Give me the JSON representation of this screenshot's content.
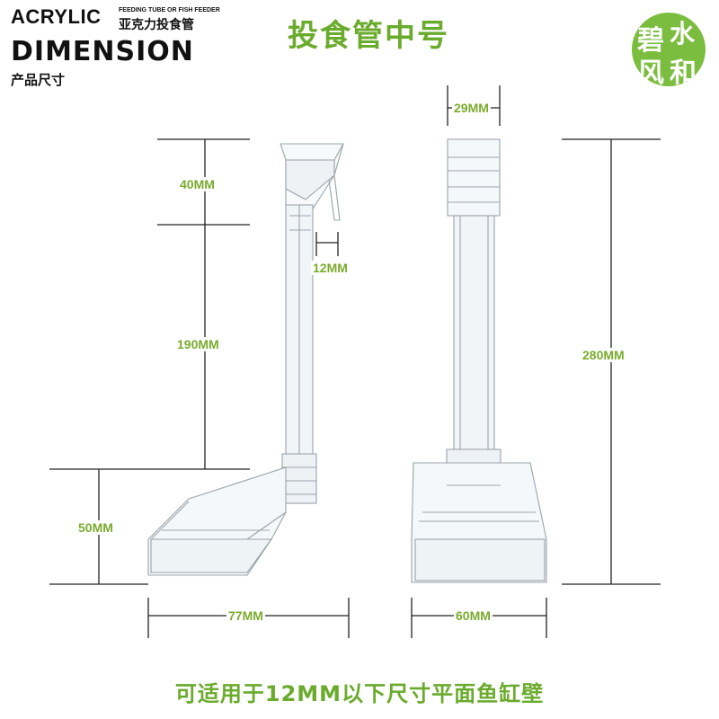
{
  "brand": {
    "acrylic": "ACRYLIC",
    "sub_en": "FEEDING TUBE OR FISH FEEDER",
    "sub_cn": "亚克力投食管",
    "dimension": "DIMENSION",
    "cn": "产品尺寸"
  },
  "title": "投食管中号",
  "logo": {
    "char1": "碧",
    "char2": "水",
    "char3": "风",
    "char4": "和"
  },
  "dims": {
    "d40": "40MM",
    "d12": "12MM",
    "d190": "190MM",
    "d50": "50MM",
    "d77": "77MM",
    "d29": "29MM",
    "d280": "280MM",
    "d60": "60MM"
  },
  "bottom_caption": "可适用于12MM以下尺寸平面鱼缸壁",
  "colors": {
    "accent_green": "#7aab2e",
    "logo_green": "#7bbd3e",
    "line": "#222222"
  }
}
